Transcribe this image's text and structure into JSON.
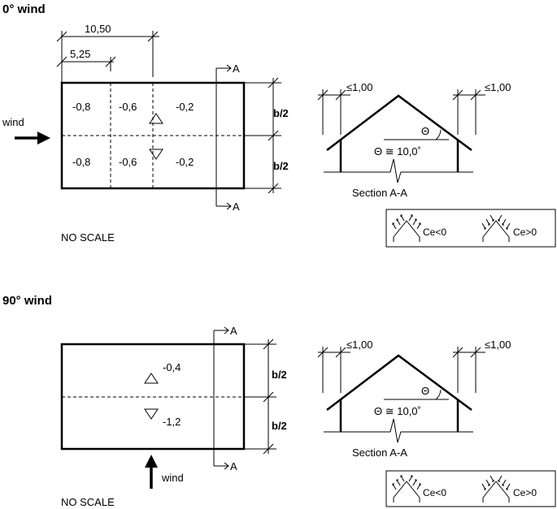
{
  "section_0": {
    "title": "0° wind",
    "dim_top_long": "10,50",
    "dim_top_short": "5,25",
    "section_mark_top": "A",
    "section_mark_bottom": "A",
    "wind_label": "wind",
    "coef_r1c1": "-0,8",
    "coef_r1c2": "-0,6",
    "coef_r1c3": "-0,2",
    "coef_r2c1": "-0,8",
    "coef_r2c2": "-0,6",
    "coef_r2c3": "-0,2",
    "dim_b_half_top": "b/2",
    "dim_b_half_bottom": "b/2",
    "note": "NO SCALE",
    "section_view": {
      "overhang_left": "≤1,00",
      "overhang_right": "≤1,00",
      "angle_symbol": "Θ",
      "angle_value": "Θ ≅ 10,0˚",
      "section_label": "Section  A-A"
    },
    "legend": {
      "neg": "Ce<0",
      "pos": "Ce>0"
    }
  },
  "section_90": {
    "title": "90° wind",
    "section_mark_top": "A",
    "section_mark_bottom": "A",
    "coef_top": "-0,4",
    "coef_bottom": "-1,2",
    "dim_b_half_top": "b/2",
    "dim_b_half_bottom": "b/2",
    "wind_label": "wind",
    "note": "NO SCALE",
    "section_view": {
      "overhang_left": "≤1,00",
      "overhang_right": "≤1,00",
      "angle_symbol": "Θ",
      "angle_value": "Θ ≅ 10,0˚",
      "section_label": "Section  A-A"
    },
    "legend": {
      "neg": "Ce<0",
      "pos": "Ce>0"
    }
  }
}
